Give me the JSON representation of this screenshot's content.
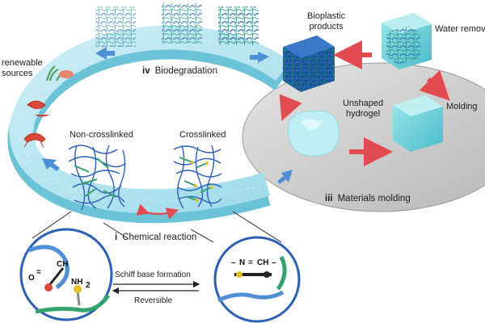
{
  "stages": [
    {
      "numeral": "i",
      "label": "Chemical reaction"
    },
    {
      "numeral": "iii",
      "label": "Materials molding"
    },
    {
      "numeral": "iv",
      "label": "Biodegradation"
    }
  ],
  "left_labels": {
    "renewable_line1": "renewable",
    "renewable_line2": "sources",
    "non_crosslinked": "Non-crosslinked",
    "crosslinked": "Crosslinked"
  },
  "right_labels": {
    "bioplastic_line1": "Bioplastic",
    "bioplastic_line2": "products",
    "water_removal": "Water remova",
    "unshaped_line1": "Unshaped",
    "unshaped_line2": "hydrogel",
    "molding": "Molding"
  },
  "reaction": {
    "forward": "Schiff base formation",
    "reverse": "Reversible",
    "left_molecule": {
      "oxygen": "O",
      "carbon": "CH",
      "amine": "NH",
      "amine_subscript": "2",
      "bond": "="
    },
    "right_molecule": {
      "nitrogen": "N",
      "bond": "=",
      "carbon": "CH",
      "dash_left": "–",
      "dash_right": "–"
    }
  },
  "colors": {
    "ring_top": "#aee3ef",
    "ring_side": "#6cc3d8",
    "platform": "#c9c9c9",
    "arrow_red": "#e24b4f",
    "arrow_blue": "#4e8fd6",
    "network_blue": "#2d5fb5",
    "network_green": "#33a36b"
  }
}
